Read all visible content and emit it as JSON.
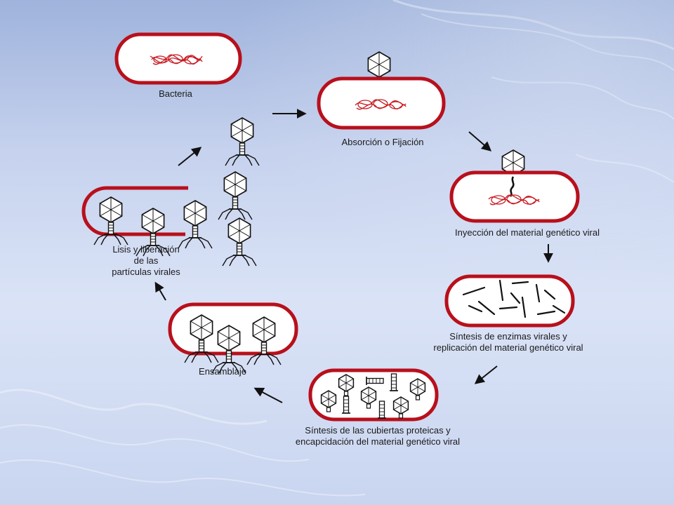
{
  "colors": {
    "membrane": "#b8101c",
    "dna": "#c81b22",
    "phage_stroke": "#111111",
    "arrow": "#111111",
    "background_top": "#9fb3dc",
    "background_bottom": "#c9d5f0"
  },
  "stages": [
    {
      "id": "bacteria",
      "label": "Bacteria"
    },
    {
      "id": "absorption",
      "label": "Absorción o Fijación"
    },
    {
      "id": "injection",
      "label": "Inyección del material genético viral"
    },
    {
      "id": "synthesis-enzymes",
      "label": "Síntesis de enzimas virales y\nreplicación del material genético viral"
    },
    {
      "id": "synthesis-capsids",
      "label": "Síntesis de las cubiertas proteicas y\nencapcidación del material genético viral"
    },
    {
      "id": "assembly",
      "label": "Ensamblaje"
    },
    {
      "id": "lysis",
      "label": "Lisis y liberación\nde las\npartículas virales"
    }
  ]
}
